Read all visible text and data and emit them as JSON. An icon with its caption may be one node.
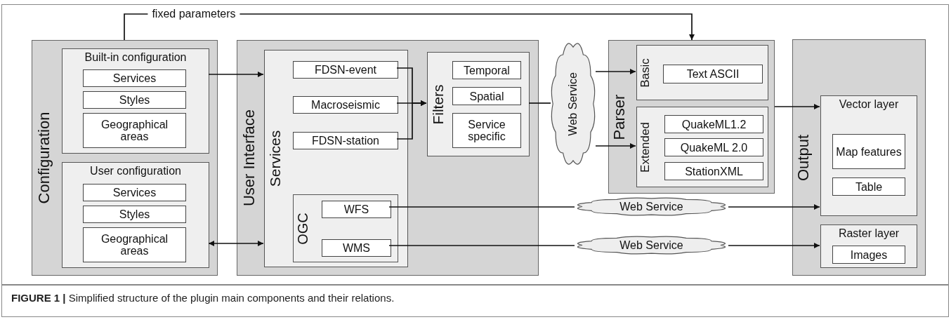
{
  "diagram": {
    "caption": "**FIGURE 1 |** Simplified structure of the plugin main components and their relations.",
    "nodes": [
      {
        "text": [
          "Configuration"
        ]
      },
      {
        "text": [
          "Built-in configuration"
        ],
        "in": 0
      },
      {
        "text": [
          "Services"
        ],
        "in": 1
      },
      {
        "text": [
          "Styles"
        ],
        "in": 1
      },
      {
        "text": [
          "Geographical areas"
        ],
        "in": 1
      },
      {
        "text": [
          "User configuration"
        ],
        "in": 0
      },
      {
        "text": [
          "Services"
        ],
        "in": 5
      },
      {
        "text": [
          "Styles"
        ],
        "in": 5
      },
      {
        "text": [
          "Geographical areas"
        ],
        "in": 5
      },
      {
        "text": [
          "User Interface"
        ]
      },
      {
        "text": [
          "Services"
        ],
        "in": 9
      },
      {
        "text": [
          "FDSN-event"
        ],
        "in": 10
      },
      {
        "text": [
          "Macroseismic"
        ],
        "in": 10
      },
      {
        "text": [
          "FDSN-station"
        ],
        "in": 10
      },
      {
        "text": [
          "OGC"
        ],
        "in": 10
      },
      {
        "text": [
          "WFS"
        ],
        "in": 14
      },
      {
        "text": [
          "WMS"
        ],
        "in": 14
      },
      {
        "text": [
          "Filters"
        ],
        "in": 9
      },
      {
        "text": [
          "Temporal"
        ],
        "in": 17
      },
      {
        "text": [
          "Spatial"
        ],
        "in": 17
      },
      {
        "text": [
          "Service specific"
        ],
        "in": 17
      },
      {
        "text": [
          "Web Service"
        ]
      },
      {
        "text": [
          "Parser"
        ]
      },
      {
        "text": [
          "Basic"
        ],
        "in": 22
      },
      {
        "text": [
          "Text ASCII"
        ],
        "in": 23
      },
      {
        "text": [
          "Extended"
        ],
        "in": 22
      },
      {
        "text": [
          "QuakeML1.2"
        ],
        "in": 25
      },
      {
        "text": [
          "QuakeML 2.0"
        ],
        "in": 25
      },
      {
        "text": [
          "StationXML"
        ],
        "in": 25
      },
      {
        "text": [
          "Web Service"
        ]
      },
      {
        "text": [
          "Web Service"
        ]
      },
      {
        "text": [
          "Output"
        ]
      },
      {
        "text": [
          "Vector layer"
        ],
        "in": 31
      },
      {
        "text": [
          "Map features"
        ],
        "in": 32
      },
      {
        "text": [
          "Table"
        ],
        "in": 32
      },
      {
        "text": [
          "Raster layer"
        ],
        "in": 31
      },
      {
        "text": [
          "Images"
        ],
        "in": 35
      }
    ],
    "edges": [
      {
        "from": 1,
        "to": 10,
        "arrow": "to"
      },
      {
        "from": 5,
        "to": 10,
        "arrow": "both"
      },
      {
        "from": 11,
        "to": 17,
        "arrow": "to"
      },
      {
        "from": 12,
        "to": 17,
        "arrow": "to"
      },
      {
        "from": 13,
        "to": 17,
        "arrow": "to"
      },
      {
        "from": 17,
        "to": 21,
        "arrow": "none"
      },
      {
        "from": 21,
        "to": 23,
        "arrow": "to"
      },
      {
        "from": 21,
        "to": 25,
        "arrow": "to"
      },
      {
        "from": 0,
        "to": 22,
        "arrow": "to",
        "label": "fixed parameters"
      },
      {
        "from": 22,
        "to": 32,
        "arrow": "to"
      },
      {
        "from": 15,
        "to": 29,
        "arrow": "none"
      },
      {
        "from": 29,
        "to": 32,
        "arrow": "to"
      },
      {
        "from": 16,
        "to": 30,
        "arrow": "none"
      },
      {
        "from": 30,
        "to": 35,
        "arrow": "to"
      }
    ]
  }
}
